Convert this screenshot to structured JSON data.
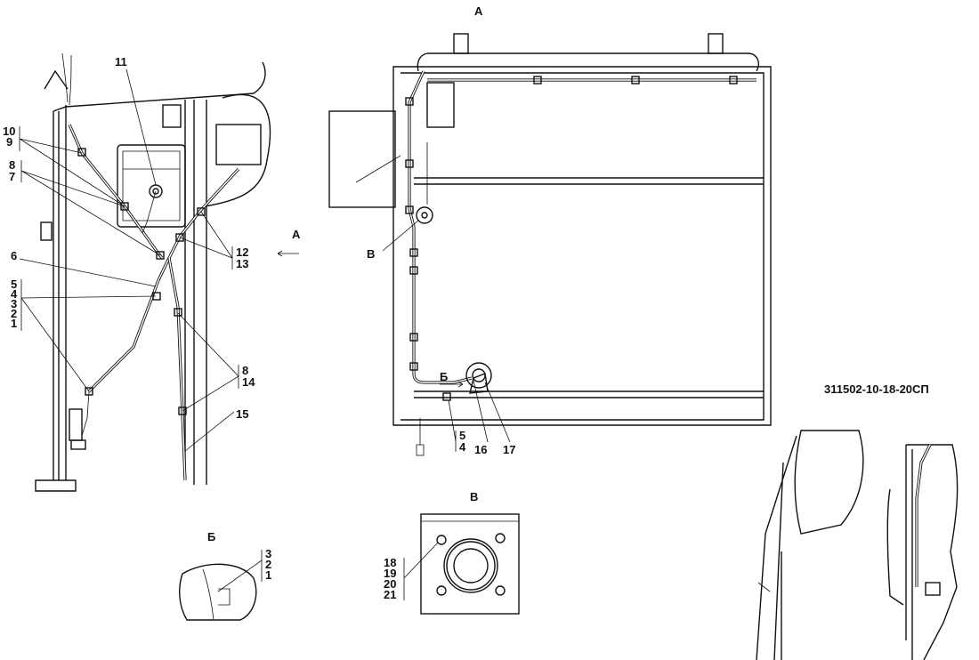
{
  "drawing_code": "311502-10-18-20СП",
  "views": {
    "view_a_title": "А",
    "view_b_title": "Б",
    "view_v_title": "В"
  },
  "left_view": {
    "callout_11": "11",
    "callout_10": "10",
    "callout_9": "9",
    "callout_8a": "8",
    "callout_7": "7",
    "callout_6": "6",
    "group_5_1": [
      "5",
      "4",
      "3",
      "2",
      "1"
    ],
    "callout_12": "12",
    "callout_13": "13",
    "callout_8b": "8",
    "callout_14": "14",
    "callout_15": "15",
    "direction_a": "А"
  },
  "right_view": {
    "marker_v": "В",
    "marker_b": "Б",
    "callout_5": "5",
    "callout_4": "4",
    "callout_16": "16",
    "callout_17": "17"
  },
  "detail_b": {
    "callouts": [
      "3",
      "2",
      "1"
    ]
  },
  "detail_v": {
    "callouts": [
      "18",
      "19",
      "20",
      "21"
    ]
  }
}
